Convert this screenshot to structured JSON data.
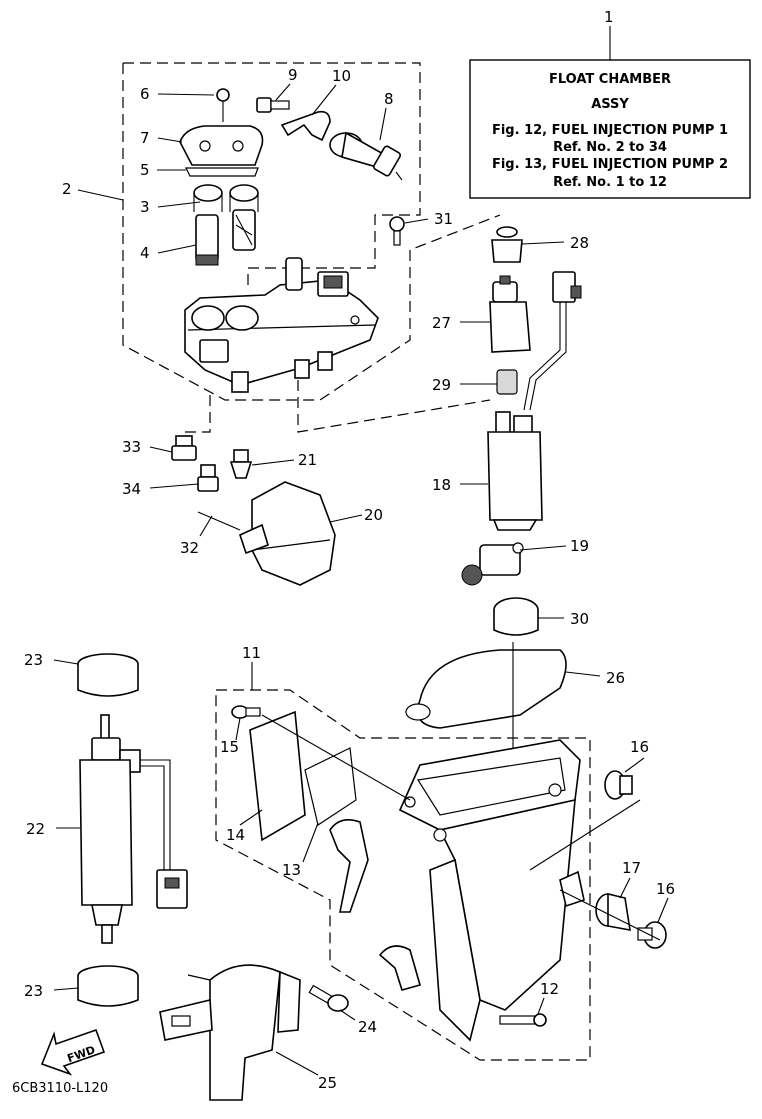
{
  "title_box": {
    "lines": [
      "FLOAT CHAMBER",
      "ASSY",
      "Fig. 12, FUEL INJECTION PUMP 1",
      "Ref. No. 2 to 34",
      "Fig. 13, FUEL INJECTION PUMP 2",
      "Ref. No. 1 to 12"
    ]
  },
  "callouts": [
    "1",
    "2",
    "3",
    "4",
    "5",
    "6",
    "7",
    "8",
    "9",
    "10",
    "11",
    "12",
    "13",
    "14",
    "15",
    "16",
    "16",
    "17",
    "18",
    "19",
    "20",
    "21",
    "22",
    "23",
    "23",
    "24",
    "25",
    "26",
    "27",
    "28",
    "29",
    "30",
    "31",
    "32",
    "33",
    "34"
  ],
  "forward_label": "FWD",
  "drawing_code": "6CB3110-L120"
}
